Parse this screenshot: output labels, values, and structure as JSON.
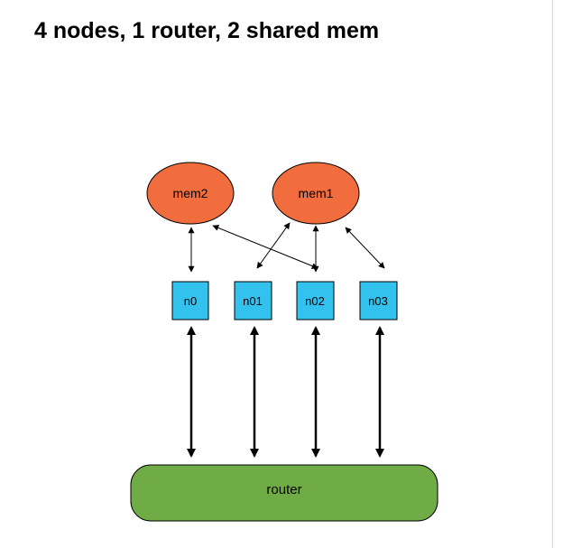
{
  "title": "4 nodes, 1 router, 2 shared mem",
  "colors": {
    "memory_fill": "#f26d3d",
    "node_fill": "#33c2ee",
    "router_fill": "#6fac46",
    "stroke": "#000000"
  },
  "memories": [
    {
      "id": "mem2",
      "label": "mem2"
    },
    {
      "id": "mem1",
      "label": "mem1"
    }
  ],
  "nodes": [
    {
      "id": "n0",
      "label": "n0"
    },
    {
      "id": "n01",
      "label": "n01"
    },
    {
      "id": "n02",
      "label": "n02"
    },
    {
      "id": "n03",
      "label": "n03"
    }
  ],
  "router": {
    "label": "router"
  },
  "connections": [
    {
      "from": "mem2",
      "to": "n0"
    },
    {
      "from": "mem2",
      "to": "n02"
    },
    {
      "from": "mem1",
      "to": "n01"
    },
    {
      "from": "mem1",
      "to": "n02"
    },
    {
      "from": "mem1",
      "to": "n03"
    },
    {
      "from": "n0",
      "to": "router"
    },
    {
      "from": "n01",
      "to": "router"
    },
    {
      "from": "n02",
      "to": "router"
    },
    {
      "from": "n03",
      "to": "router"
    }
  ]
}
